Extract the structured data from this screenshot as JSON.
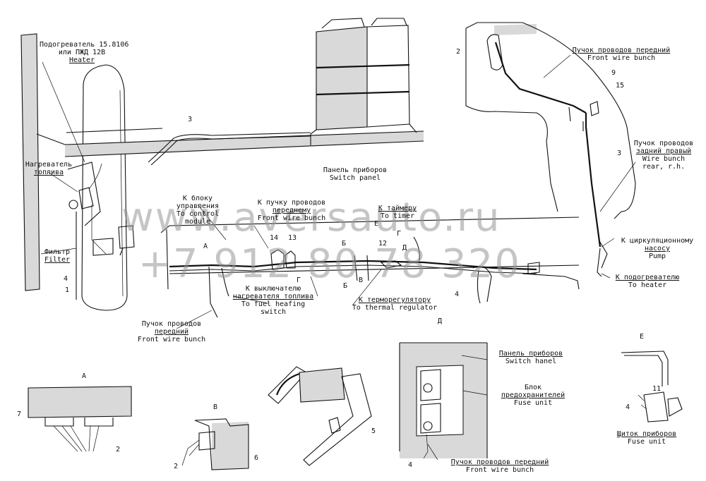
{
  "labels": {
    "heater_ru": "Подогреватель 15.8106",
    "heater_ru2": "или ПЖД 12В",
    "heater_en": "Heater",
    "fuel_heater_ru": "Нагреватель",
    "fuel_heater_ru2": "топлива",
    "filter_ru": "Фильтр",
    "filter_en": "Filter",
    "control_module_ru": "К блоку",
    "control_module_ru2": "управления",
    "control_module_en": "To control",
    "control_module_en2": "module",
    "front_bunch_to_ru": "К пучку проводов",
    "front_bunch_to_ru2": "переднему",
    "front_bunch_to_en": "Front wire bunch",
    "timer_ru": "К таймеру",
    "timer_en": "To timer",
    "panel_ru": "Панель приборов",
    "panel_en": "Switch panel",
    "front_wire_top_ru": "Пучок проводов передний",
    "front_wire_top_en": "Front wire bunch",
    "rear_bunch_ru": "Пучок проводов",
    "rear_bunch_ru2": "задний правый",
    "rear_bunch_en": "Wire bunch",
    "rear_bunch_en2": "rear, r.h.",
    "pump_ru": "К циркуляционному",
    "pump_ru2": "насосу",
    "pump_en": "Pump",
    "to_heater_ru": "К подогревателю",
    "to_heater_en": "To heater",
    "switch_ru": "К выключателю",
    "switch_ru2": "нагревателя топлива",
    "switch_en": "To fuel heafing",
    "switch_en2": "switch",
    "thermo_ru": "К терморегулятору",
    "thermo_en": "To thermal regulator",
    "front_wire_bottom_ru": "Пучок проводов",
    "front_wire_bottom_ru2": "передний",
    "front_wire_bottom_en": "Front wire bunch",
    "panel2_ru": "Панель приборов",
    "panel2_en": "Switch hanel",
    "fuse_block_ru": "Блок",
    "fuse_block_ru2": "предохранителей",
    "fuse_block_en": "Fuse unit",
    "front_wire_d_ru": "Пучок проводов передний",
    "front_wire_d_en": "Front wire bunch",
    "fuse_panel_ru": "Щиток приборов",
    "fuse_panel_en": "Fuse unit"
  },
  "views": {
    "A": "А",
    "B": "В",
    "D": "Д",
    "E": "Е"
  },
  "section_marks": {
    "A_left": "А",
    "B_top": "Б",
    "B_bottom": "Б",
    "V": "В",
    "G": "Г",
    "G2": "Г",
    "D": "Д",
    "E": "Е"
  },
  "callouts": {
    "n1": "1",
    "n2": "2",
    "n3": "3",
    "n4": "4",
    "n3b": "3",
    "n9": "9",
    "n15": "15",
    "n3c": "3",
    "n14": "14",
    "n13": "13",
    "n12": "12",
    "n4b": "4",
    "n7": "7",
    "n2b": "2",
    "n2c": "2",
    "n6": "6",
    "n5": "5",
    "n4c": "4",
    "n11": "11",
    "n4d": "4"
  },
  "watermark": {
    "line1": "www.aversauto.ru",
    "line2": "+7 912 80 78 320"
  }
}
